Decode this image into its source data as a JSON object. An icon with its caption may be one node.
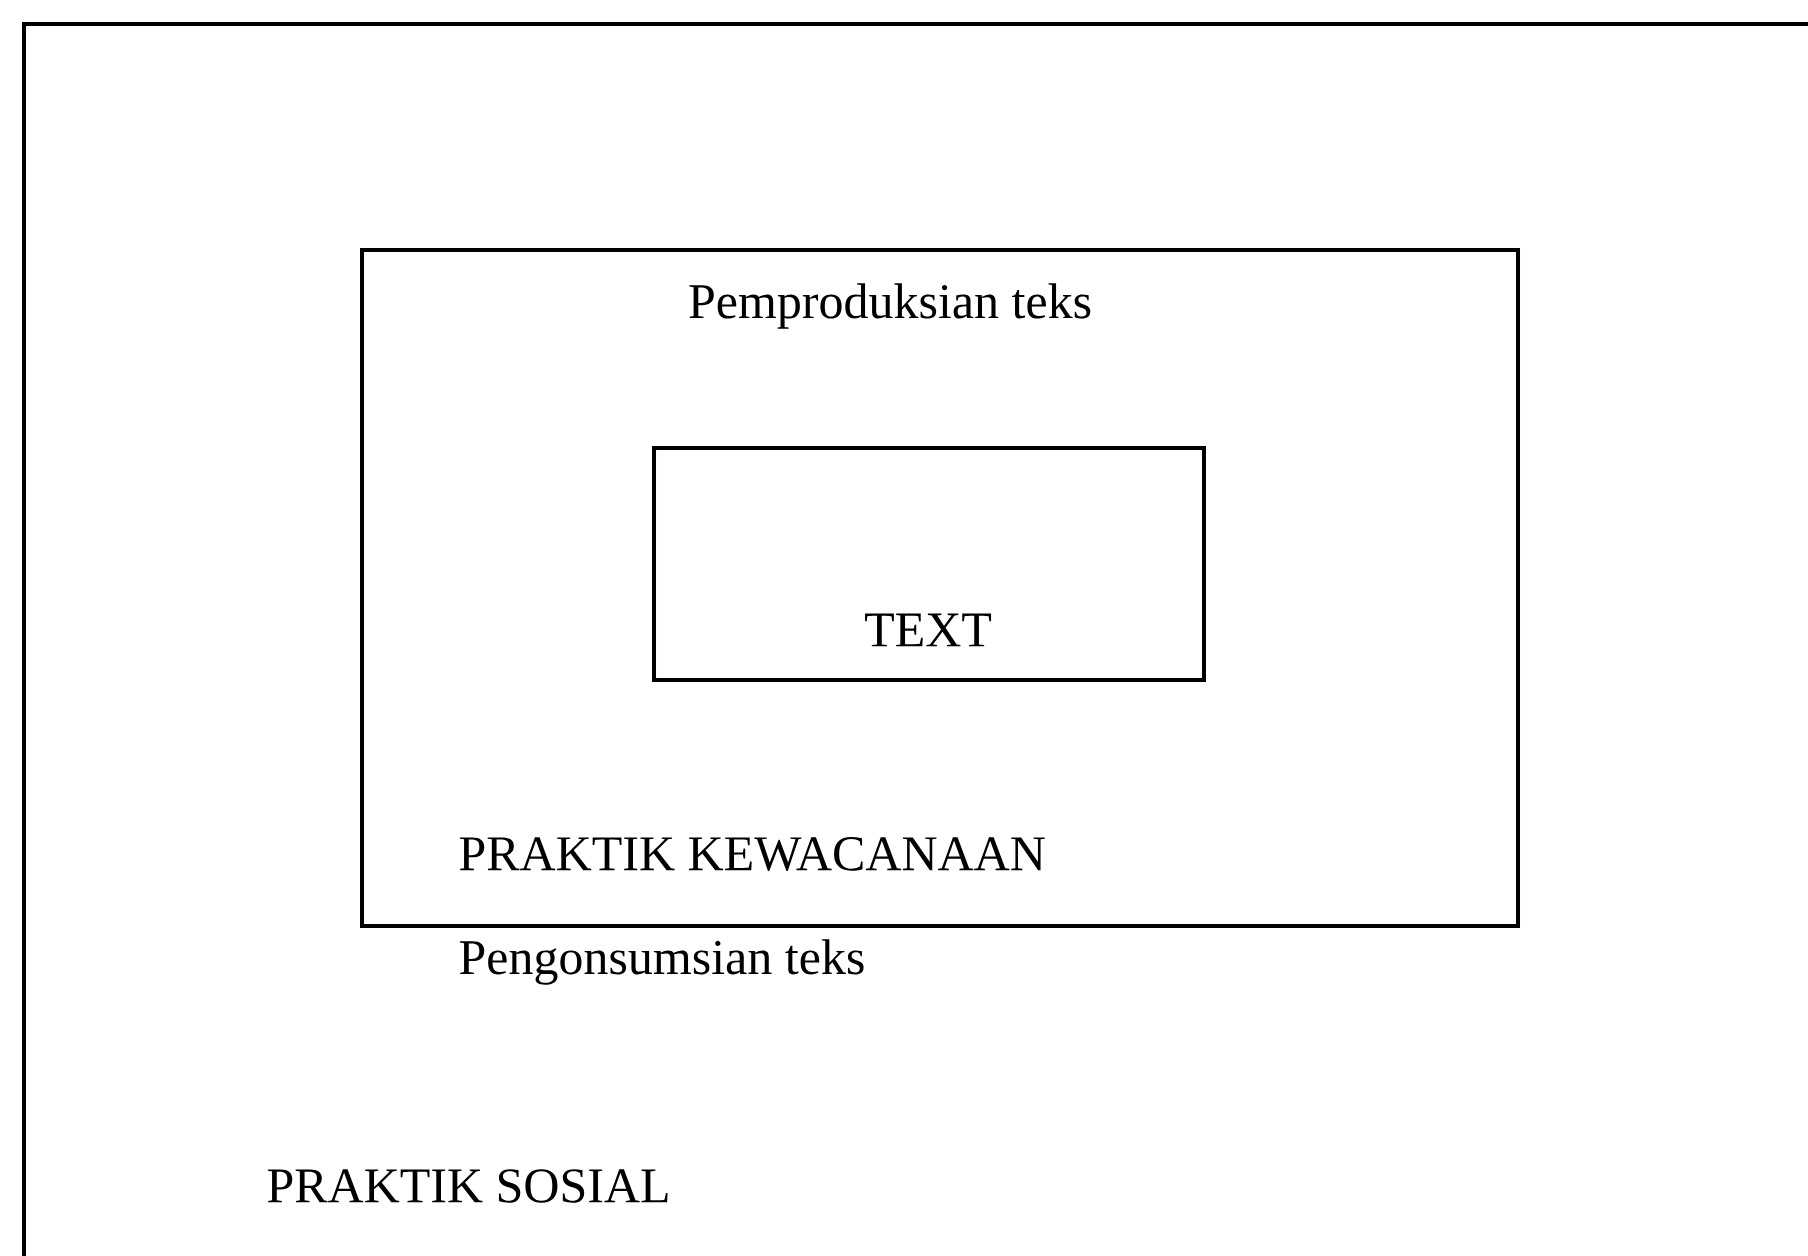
{
  "diagram": {
    "nodes": [
      {
        "text": [
          "PRAKTIK SOSIAL"
        ]
      },
      {
        "text": [
          "Pemproduksian teks",
          "PRAKTIK KEWACANAAN",
          "Pengonsumsian teks"
        ],
        "in": 0
      },
      {
        "text": [
          "TEXT"
        ],
        "in": 1
      }
    ]
  }
}
